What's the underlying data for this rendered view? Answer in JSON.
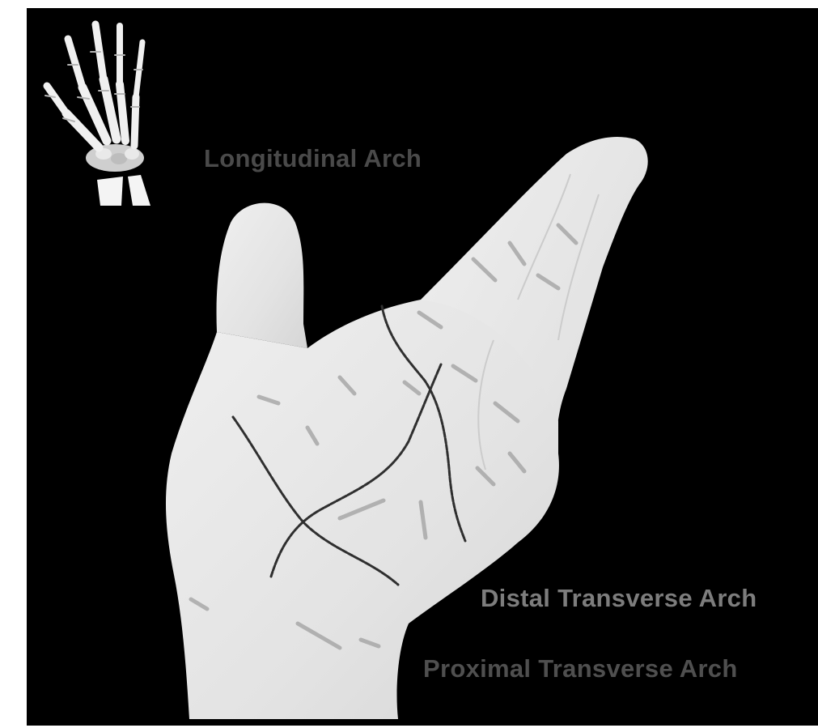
{
  "figure": {
    "background": "#000000",
    "hand_color": "#e6e6e6",
    "crease_color": "#a9a9a9",
    "arch_line_color": "#2f2f2f"
  },
  "labels": {
    "longitudinal": "Longitudinal Arch",
    "distal_transverse": "Distal Transverse Arch",
    "proximal_transverse": "Proximal Transverse Arch"
  },
  "icons": {
    "hand_skeleton": "hand-skeleton-icon"
  }
}
